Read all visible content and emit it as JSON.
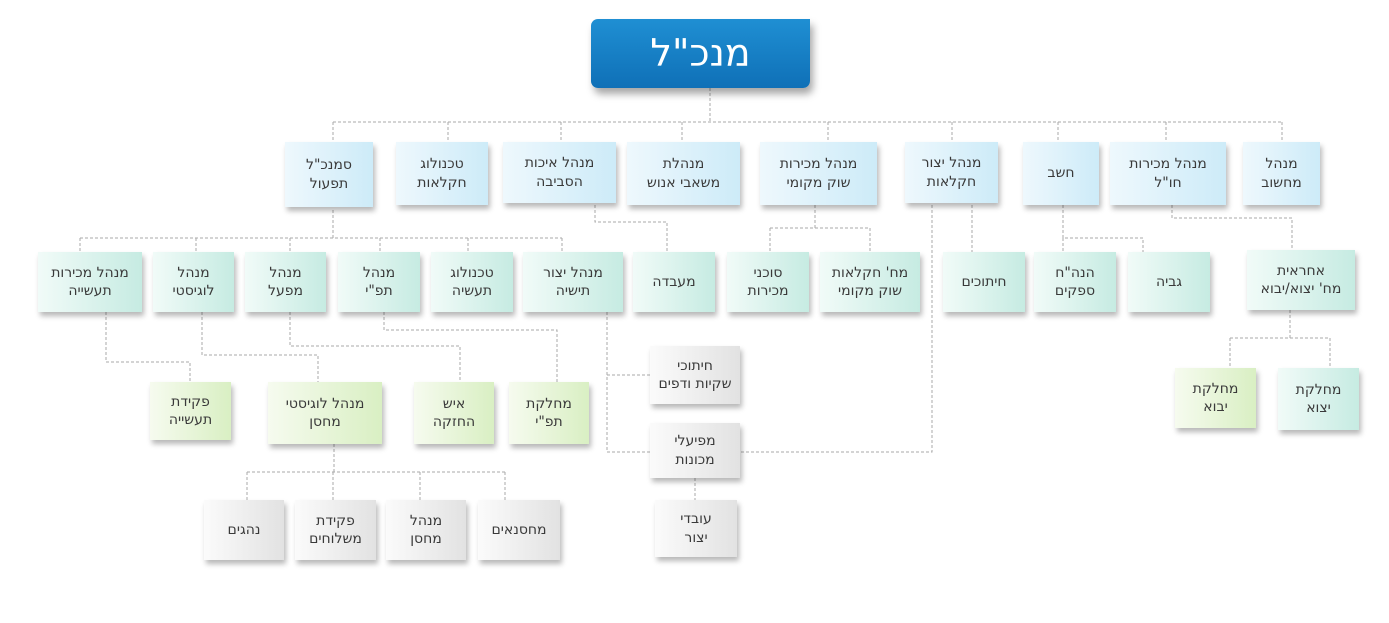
{
  "colors": {
    "top": "#1479c4",
    "level1": "#cdebf8",
    "level2": "#c6ebe2",
    "level3": "#d9efc3",
    "leaf": "#e2e2e2",
    "connector": "#aaaaaa"
  },
  "nodes": {
    "ceo": "מנכ\"ל",
    "l1": {
      "deputy_ops": "סמנכ\"ל\nתפעול",
      "agri_tech": "טכנולוג\nחקלאות",
      "env_quality": "מנהל איכות\nהסביבה",
      "hr": "מנהלת\nמשאבי אנוש",
      "local_sales": "מנהל מכירות\nשוק מקומי",
      "agri_production": "מנהל יצור\nחקלאות",
      "accountant": "חשב",
      "intl_sales": "מנהל מכירות\nחו\"ל",
      "it": "מנהל\nמחשוב"
    },
    "l2": {
      "industry_sales": "מנהל מכירות\nתעשייה",
      "logistics": "מנהל\nלוגיסטי",
      "plant": "מנהל\nמפעל",
      "maintenance_mgr": "מנהל\nתפ\"י",
      "industry_tech": "טכנולוג\nתעשיה",
      "industry_production": "מנהל יצור\nתישיה",
      "lab": "מעבדה",
      "sales_agents": "סוכני\nמכירות",
      "agri_dept": "מח' חקלאות\nשוק מקומי",
      "cuttings": "חיתוכים",
      "supplier_accounts": "הנה\"ח\nספקים",
      "collection": "גביה",
      "import_export_resp": "אחראית\nמח' יצוא/יבוא"
    },
    "l3": {
      "industry_clerk": "פקידת\nתעשייה",
      "warehouse_logistics": "מנהל לוגיסטי\nמחסן",
      "maintenance_man": "איש\nהחזקה",
      "maintenance_dept": "מחלקת\nתפ\"י",
      "import_dept": "מחלקת\nיבוא",
      "export_dept": "מחלקת\nיצוא"
    },
    "leaves": {
      "drivers": "נהגים",
      "shipping_clerk": "פקידת\nמשלוחים",
      "warehouse_mgr": "מנהל\nמחסן",
      "storekeepers": "מחסנאים",
      "bag_cutting": "חיתוכי\nשקיות ודפים",
      "machine_operators": "מפיעלי\nמכונות",
      "production_workers": "עובדי\nיצור"
    }
  }
}
